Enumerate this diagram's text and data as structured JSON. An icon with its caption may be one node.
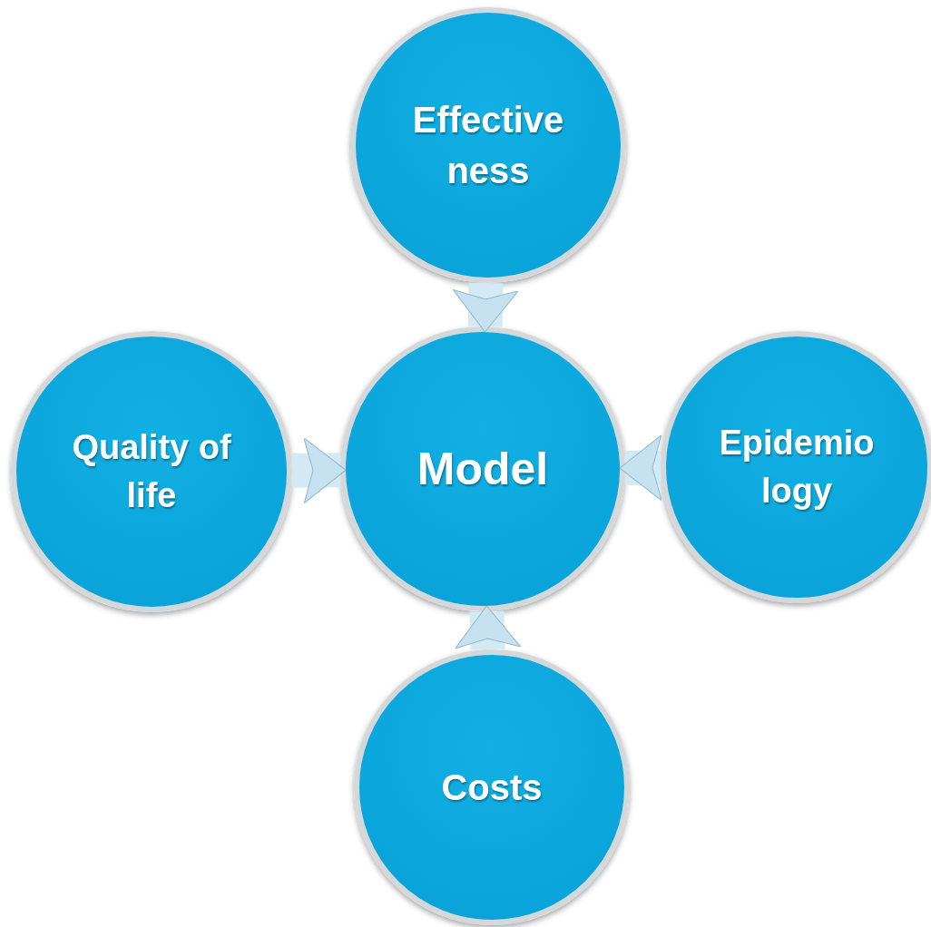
{
  "diagram": {
    "nodes": [
      {
        "text": [
          "Model"
        ]
      },
      {
        "text": [
          "Effective ness"
        ]
      },
      {
        "text": [
          "Quality of life"
        ]
      },
      {
        "text": [
          "Epidemio logy"
        ]
      },
      {
        "text": [
          "Costs"
        ]
      }
    ],
    "edges": [
      {
        "from": 1,
        "to": 0,
        "arrow": "to"
      },
      {
        "from": 2,
        "to": 0,
        "arrow": "to"
      },
      {
        "from": 3,
        "to": 0,
        "arrow": "to"
      },
      {
        "from": 4,
        "to": 0,
        "arrow": "to"
      }
    ]
  }
}
